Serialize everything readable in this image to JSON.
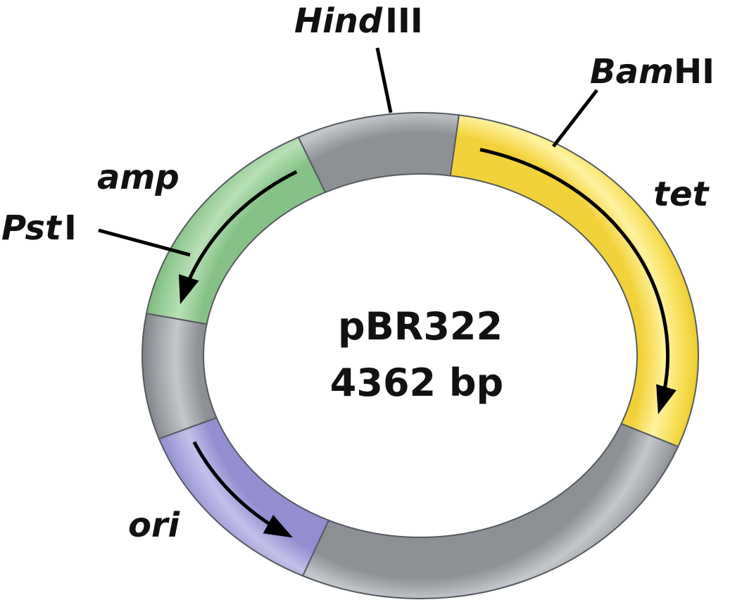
{
  "plasmid": {
    "name": "pBR322",
    "size": "4362 bp"
  },
  "restriction_sites": [
    {
      "id": "hindiii",
      "italic": "Hind",
      "roman": "III"
    },
    {
      "id": "bamhi",
      "italic": "Bam",
      "roman": "HI"
    },
    {
      "id": "psti",
      "italic": "Pst",
      "roman": "I"
    }
  ],
  "genes": [
    {
      "id": "amp",
      "label": "amp",
      "color": "#8ec98e"
    },
    {
      "id": "tet",
      "label": "tet",
      "color": "#f7dd4a"
    },
    {
      "id": "ori",
      "label": "ori",
      "color": "#9d98d4"
    }
  ],
  "colors": {
    "backbone": "#a9adb2",
    "outline": "#555a5f",
    "arrow": "#000000"
  }
}
